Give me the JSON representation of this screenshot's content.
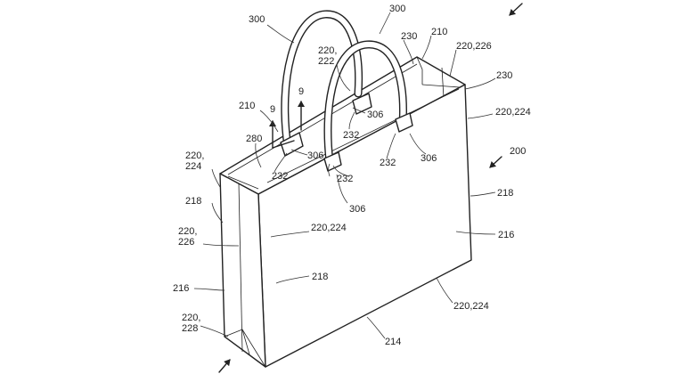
{
  "figure": {
    "labels": [
      {
        "id": "l300a",
        "text": "300"
      },
      {
        "id": "l300b",
        "text": "300"
      },
      {
        "id": "l220_222a",
        "text": "220,"
      },
      {
        "id": "l220_222b",
        "text": "222"
      },
      {
        "id": "l230a",
        "text": "230"
      },
      {
        "id": "l210a",
        "text": "210"
      },
      {
        "id": "l220_226a",
        "text": "220,226"
      },
      {
        "id": "l230b",
        "text": "230"
      },
      {
        "id": "l9a",
        "text": "9"
      },
      {
        "id": "l9b",
        "text": "9"
      },
      {
        "id": "l210b",
        "text": "210"
      },
      {
        "id": "l306a",
        "text": "306"
      },
      {
        "id": "l232a",
        "text": "232"
      },
      {
        "id": "l220_224a",
        "text": "220,224"
      },
      {
        "id": "l280",
        "text": "280"
      },
      {
        "id": "l306b",
        "text": "306"
      },
      {
        "id": "l232b",
        "text": "232"
      },
      {
        "id": "l306c",
        "text": "306"
      },
      {
        "id": "l220_224_left_a",
        "text": "220,"
      },
      {
        "id": "l220_224_left_b",
        "text": "224"
      },
      {
        "id": "l232c",
        "text": "232"
      },
      {
        "id": "l232d",
        "text": "232"
      },
      {
        "id": "l200",
        "text": "200"
      },
      {
        "id": "l218a",
        "text": "218"
      },
      {
        "id": "l306d",
        "text": "306"
      },
      {
        "id": "l218b",
        "text": "218"
      },
      {
        "id": "l220_226_left_a",
        "text": "220,"
      },
      {
        "id": "l220_226_left_b",
        "text": "226"
      },
      {
        "id": "l220_224b",
        "text": "220,224"
      },
      {
        "id": "l216a",
        "text": "216"
      },
      {
        "id": "l218c",
        "text": "218"
      },
      {
        "id": "l216b",
        "text": "216"
      },
      {
        "id": "l220_224c",
        "text": "220,224"
      },
      {
        "id": "l220_228a",
        "text": "220,"
      },
      {
        "id": "l220_228b",
        "text": "228"
      },
      {
        "id": "l214",
        "text": "214"
      }
    ]
  }
}
